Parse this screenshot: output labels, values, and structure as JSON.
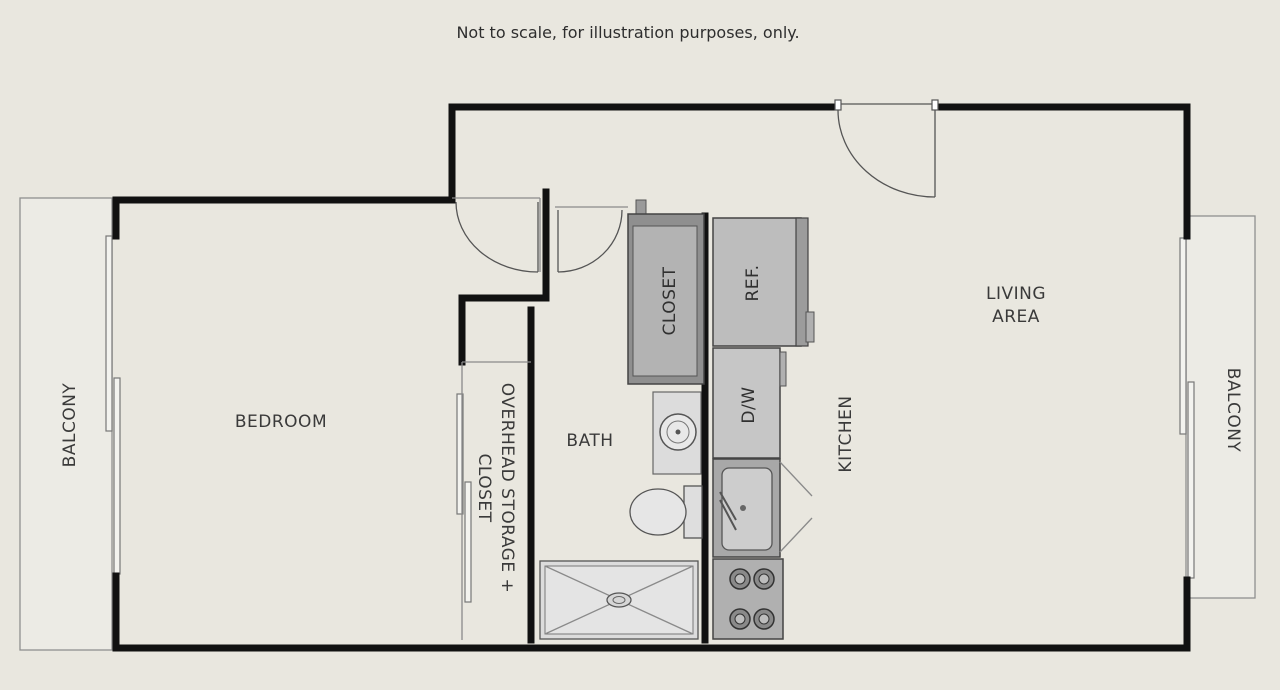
{
  "note": "Not to scale, for illustration purposes, only.",
  "rooms": {
    "bedroom": "BEDROOM",
    "bath": "BATH",
    "kitchen": "KITCHEN",
    "living_line1": "LIVING",
    "living_line2": "AREA",
    "balcony_left": "BALCONY",
    "balcony_right": "BALCONY",
    "storage_line1": "OVERHEAD STORAGE +",
    "storage_line2": "CLOSET"
  },
  "fixtures": {
    "closet": "CLOSET",
    "ref": "REF.",
    "dw": "D/W"
  },
  "colors": {
    "background": "#e9e7df",
    "wall": "#111111",
    "fixture_fill": "#bcbcbc",
    "fixture_dark": "#8f8f8f"
  }
}
